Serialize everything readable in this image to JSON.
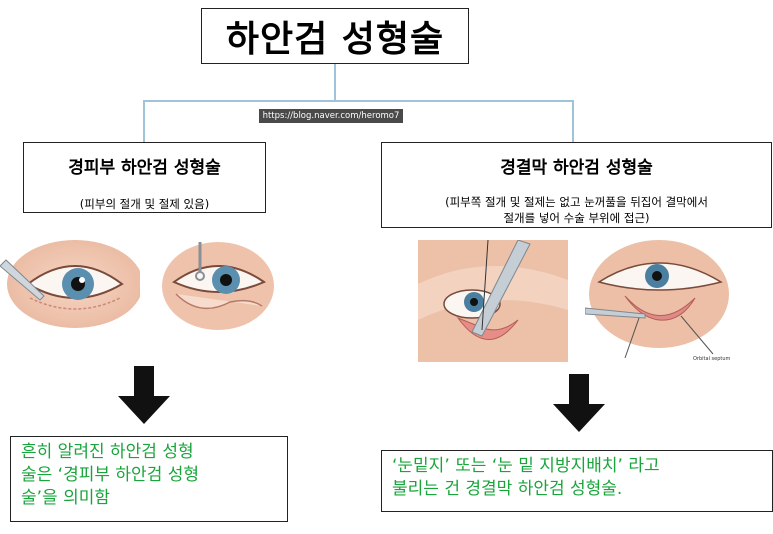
{
  "title": "하안검 성형술",
  "watermark_url": "https://blog.naver.com/heromo7",
  "left": {
    "title": "경피부 하안검 성형술",
    "subtitle": "(피부의 절개 및 절제 있음)",
    "note_lines": [
      "흔히 알려진 하안검 성형",
      "술은 ‘경피부 하안검 성형",
      "술’을 의미함"
    ]
  },
  "right": {
    "title": "경결막 하안검 성형술",
    "subtitle_lines": [
      "(피부쪽 절개 및 절제는 없고 눈꺼풀을 뒤집어 결막에서",
      "절개를 넣어 수술 부위에 접근)"
    ],
    "figure_label": "Orbital septum",
    "note_lines": [
      "‘눈밑지’ 또는 ‘눈 밑 지방지배치’ 라고",
      "불리는 건 경결막 하안검 성형술."
    ]
  },
  "colors": {
    "connector": "#9fc3d8",
    "note_text": "#1aa53c",
    "skin": "#f1c9b4",
    "iris": "#5a8fb0",
    "arrow": "#111111"
  }
}
